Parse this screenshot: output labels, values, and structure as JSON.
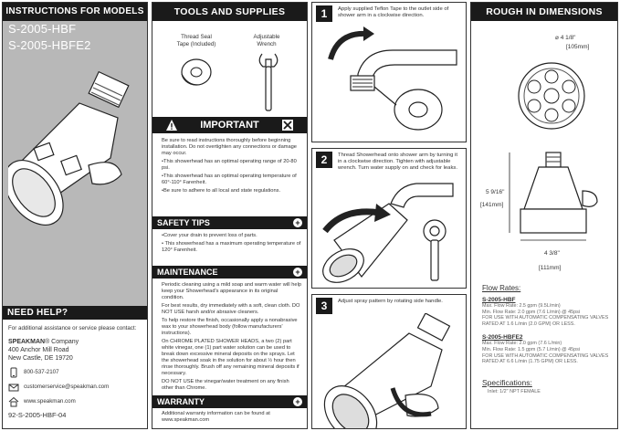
{
  "panel1": {
    "header": "INSTRUCTIONS FOR MODELS",
    "models": [
      "S-2005-HBF",
      "S-2005-HBFE2"
    ],
    "need_help": {
      "header": "NEED HELP?",
      "intro": "For additional assistance or service please contact:",
      "company_brand": "SPEAKMAN",
      "company_suffix": "® Company",
      "address": [
        "400 Anchor Mill Road",
        "New Castle, DE 19720"
      ],
      "phone": "800-537-2107",
      "email": "customerservice@speakman.com",
      "website": "www.speakman.com",
      "doc_number": "92-S-2005-HBF-04"
    }
  },
  "panel2": {
    "header": "TOOLS AND SUPPLIES",
    "tools": [
      {
        "label_line1": "Thread Seal",
        "label_line2": "Tape (Included)"
      },
      {
        "label_line1": "Adjustable",
        "label_line2": "Wrench"
      }
    ],
    "important": {
      "header": "IMPORTANT",
      "items": [
        "Be sure to read instructions thoroughly before beginning installation. Do not overtighten any connections or damage may occur.",
        "•This showerhead has an optimal operating range of 20-80 psi.",
        "•This showerhead has an optimal operating temperature of 60°-110° Farenheit.",
        "•Be sure to adhere to all local and state regulations."
      ]
    },
    "safety": {
      "header": "SAFETY TIPS",
      "items": [
        "•Cover your drain to prevent loss of parts.",
        "• This showerhead has a maximum operating temperature of 120° Farenheit."
      ]
    },
    "maintenance": {
      "header": "MAINTENANCE",
      "items": [
        "Periodic cleaning using a mild soap and warm water will help keep your Showerhead's appearance in its original condition.",
        "For best results, dry immediately with a soft, clean cloth. DO NOT USE harsh and/or abrasive cleaners.",
        "To help restore the finish, occasionally apply a nonabrasive wax to your showerhead body (follow manufacturers' instructions).",
        "On CHROME PLATED SHOWER HEADS, a two (2) part white vinegar, one (1) part water solution can be used to break down excessive mineral deposits on the sprays. Let the showerhead soak in the solution for about ½ hour then rinse thoroughly. Brush off any remaining mineral deposits if necessary.",
        "DO NOT USE the vinegar/water treatment on any finish other than Chrome."
      ]
    },
    "warranty": {
      "header": "WARRANTY",
      "text": "Additional warranty information can be found at www.speakman.com"
    }
  },
  "panel3": {
    "steps": [
      {
        "num": "1",
        "text": "Apply supplied Teflon Tape to the outlet side of shower arm in a clockwise direction."
      },
      {
        "num": "2",
        "text": "Thread Showerhead onto shower arm by turning it in a clockwise direction. Tighten with adjustable wrench. Turn water supply on and check for leaks."
      },
      {
        "num": "3",
        "text": "Adjust spray pattern by rotating side handle."
      }
    ]
  },
  "panel4": {
    "header": "ROUGH IN DIMENSIONS",
    "dim_top": "⌀ 4 1/8\"",
    "dim_top_mm": "[105mm]",
    "dim_height": "5 9/16\"",
    "dim_height_mm": "[141mm]",
    "dim_bottom": "4 3/8\"",
    "dim_bottom_mm": "[111mm]",
    "flow_title": "Flow Rates:",
    "flow": [
      {
        "model": "S-2005-HBF",
        "max": "Max. Flow Rate: 2.5 gpm (9.5L/min)",
        "min": "Min. Flow Rate: 2.0 gpm (7.6 L/min) @ 45psi",
        "note1": "FOR USE WITH AUTOMATIC COMPENSATING VALVES",
        "note2": "RATED AT 1.6 L/min (2.0 GPM) OR LESS."
      },
      {
        "model": "S-2005-HBFE2",
        "max": "Max. Flow Rate: 2.0 gpm (7.6 L/min)",
        "min": "Min. Flow Rate: 1.5 gpm (5.7 L/min) @ 45psi",
        "note1": "FOR USE WITH AUTOMATIC COMPENSATING VALVES",
        "note2": "RATED AT 6.6 L/min (1.75 GPM) OR LESS."
      }
    ],
    "spec_title": "Specifications:",
    "spec_inlet": "Inlet: 1/2\" NPT FEMALE"
  }
}
